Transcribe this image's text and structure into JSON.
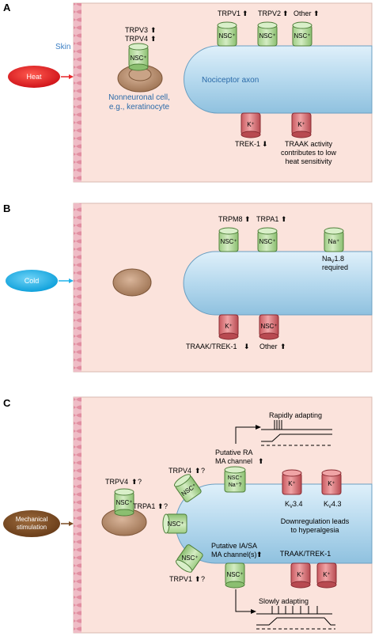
{
  "panel_a": {
    "letter": "A",
    "skin_label": "Skin",
    "stimulus": "Heat",
    "nonneuronal_label_1": "Nonneuronal cell,",
    "nonneuronal_label_2": "e.g., keratinocyte",
    "axon_label": "Nociceptor axon",
    "trpv3": "TRPV3",
    "trpv4": "TRPV4",
    "trpv1": "TRPV1",
    "trpv2": "TRPV2",
    "other": "Other",
    "nsc": "NSC⁺",
    "k": "K⁺",
    "trek1": "TREK-1",
    "traak_1": "TRAAK activity",
    "traak_2": "contributes to low",
    "traak_3": "heat sensitivity"
  },
  "panel_b": {
    "letter": "B",
    "stimulus": "Cold",
    "trpm8": "TRPM8",
    "trpa1": "TRPA1",
    "nsc": "NSC⁺",
    "na": "Na⁺",
    "nav_1": "Na",
    "nav_sub": "V",
    "nav_2": "1.8",
    "nav_req": "required",
    "k": "K⁺",
    "traak_trek": "TRAAK/TREK-1",
    "other": "Other"
  },
  "panel_c": {
    "letter": "C",
    "stimulus_1": "Mechanical",
    "stimulus_2": "stimulation",
    "trpv4": "TRPV4",
    "q": "?",
    "trpa1": "TRPA1",
    "trpv1": "TRPV1",
    "nsc": "NSC⁺",
    "nsc_na": "NSC⁺",
    "na_q": "Na⁺?",
    "ra_1": "Putative RA",
    "ra_2": "MA channel",
    "ia_1": "Putative IA/SA",
    "ia_2": "MA channel(s)",
    "rapid": "Rapidly adapting",
    "slow": "Slowly adapting",
    "k": "K⁺",
    "kv34_a": "K",
    "kv34_sub": "V",
    "kv34_b": "3.4",
    "kv43_a": "K",
    "kv43_sub": "V",
    "kv43_b": "4.3",
    "down_1": "Downregulation leads",
    "down_2": "to hyperalgesia",
    "traak_trek": "TRAAK/TREK-1"
  },
  "colors": {
    "panel_bg": "#fbe3dc",
    "skin": "#e9a6b4",
    "axon": "#bcdcef",
    "channel_green": "#b9dca1",
    "channel_red": "#e6868a",
    "heat": "#e8252a",
    "cold": "#1fb2ea",
    "mech": "#7a4a22"
  }
}
